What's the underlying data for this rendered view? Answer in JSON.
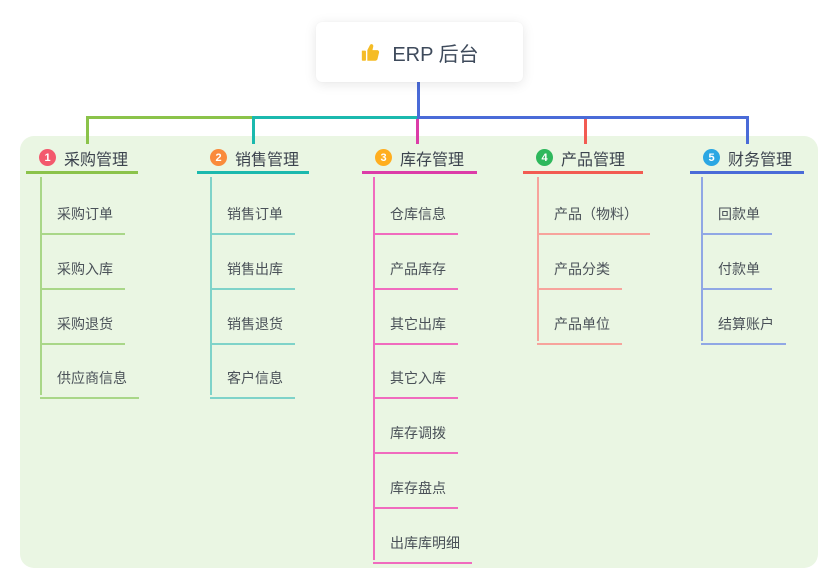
{
  "root": {
    "title": "ERP 后台",
    "icon": "thumbs-up-icon"
  },
  "branches": [
    {
      "number": "1",
      "title": "采购管理",
      "children": [
        "采购订单",
        "采购入库",
        "采购退货",
        "供应商信息"
      ]
    },
    {
      "number": "2",
      "title": "销售管理",
      "children": [
        "销售订单",
        "销售出库",
        "销售退货",
        "客户信息"
      ]
    },
    {
      "number": "3",
      "title": "库存管理",
      "children": [
        "仓库信息",
        "产品库存",
        "其它出库",
        "其它入库",
        "库存调拨",
        "库存盘点",
        "出库库明细"
      ]
    },
    {
      "number": "4",
      "title": "产品管理",
      "children": [
        "产品（物料）",
        "产品分类",
        "产品单位"
      ]
    },
    {
      "number": "5",
      "title": "财务管理",
      "children": [
        "回款单",
        "付款单",
        "结算账户"
      ]
    }
  ],
  "colors": {
    "panel_bg": "#EAF6E3",
    "root_stem": "#4A6BD8",
    "branch_1_line": "#8BC34A",
    "branch_1_badge": "#F3596D",
    "branch_1_child_line": "#A9D788",
    "branch_2_line": "#1BB9AE",
    "branch_2_badge": "#FA8B3C",
    "branch_2_child_line": "#7FD3C9",
    "branch_3_line": "#DC3CA8",
    "branch_3_badge": "#FFAE1F",
    "branch_3_child_line": "#F06BBE",
    "branch_4_line": "#F25B52",
    "branch_4_badge": "#2EB85C",
    "branch_4_child_line": "#F7A39C",
    "branch_5_line": "#4A6BD8",
    "branch_5_badge": "#2BA7E3",
    "branch_5_child_line": "#90A7E5"
  }
}
